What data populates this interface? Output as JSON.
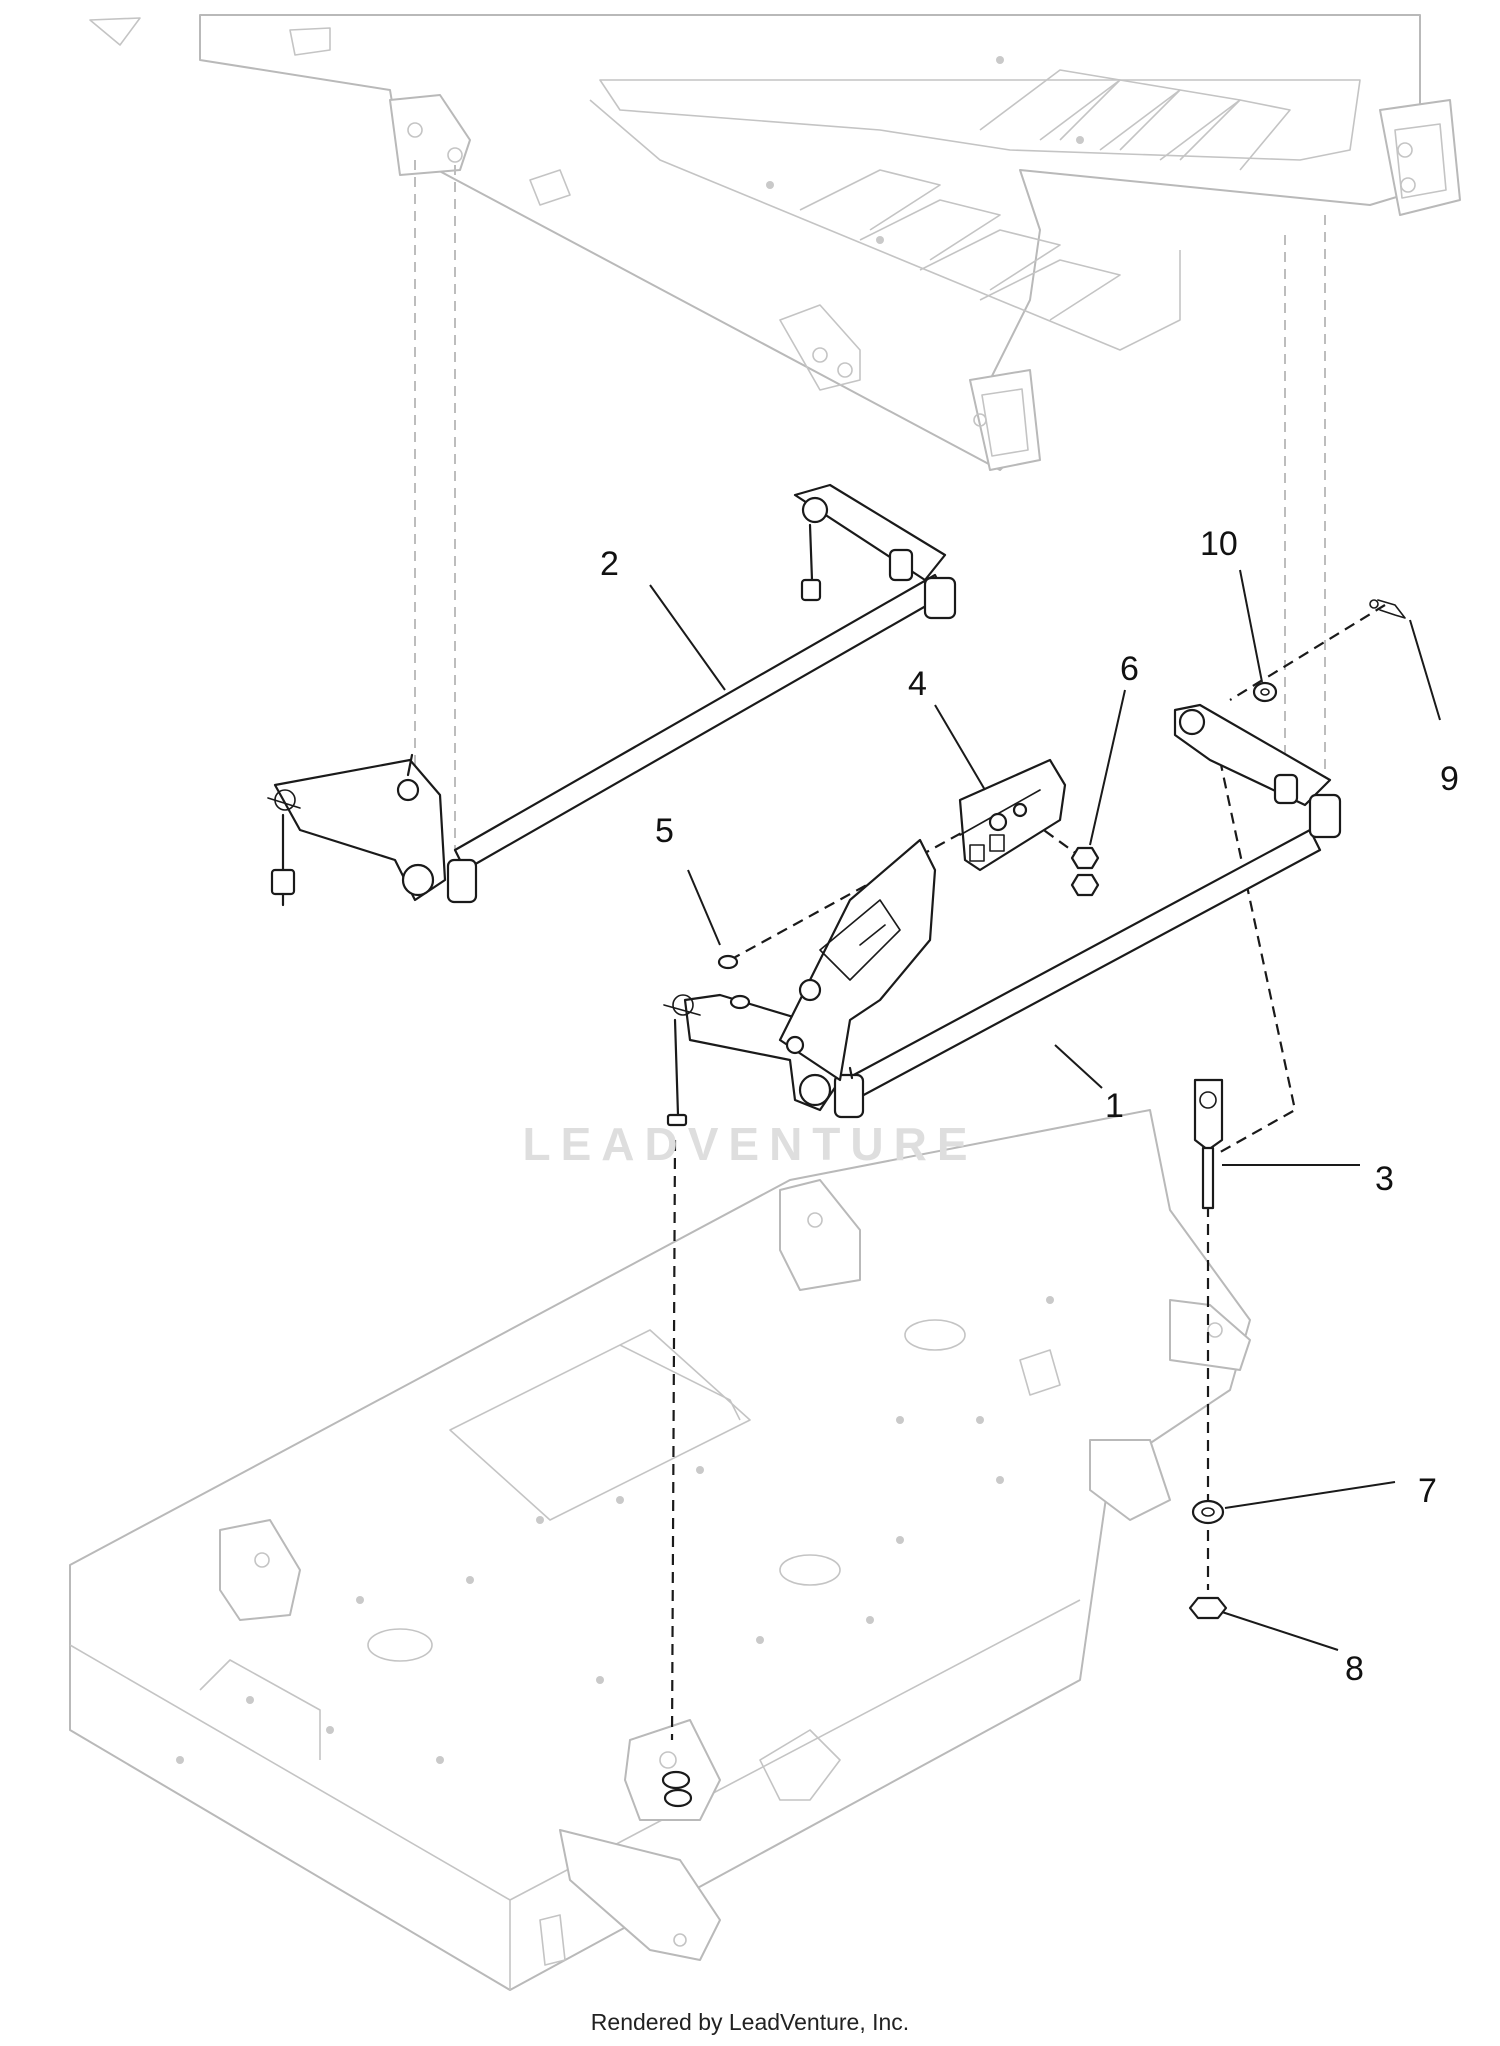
{
  "callouts": [
    {
      "id": "1",
      "label": "1"
    },
    {
      "id": "2",
      "label": "2"
    },
    {
      "id": "3",
      "label": "3"
    },
    {
      "id": "4",
      "label": "4"
    },
    {
      "id": "5",
      "label": "5"
    },
    {
      "id": "6",
      "label": "6"
    },
    {
      "id": "7",
      "label": "7"
    },
    {
      "id": "8",
      "label": "8"
    },
    {
      "id": "9",
      "label": "9"
    },
    {
      "id": "10",
      "label": "10"
    }
  ],
  "watermark": "LEADVENTURE",
  "footer": "Rendered by LeadVenture, Inc.",
  "colors": {
    "part": "#1a1a1a",
    "frame": "#b9b9b9",
    "watermark": "#dedede"
  }
}
